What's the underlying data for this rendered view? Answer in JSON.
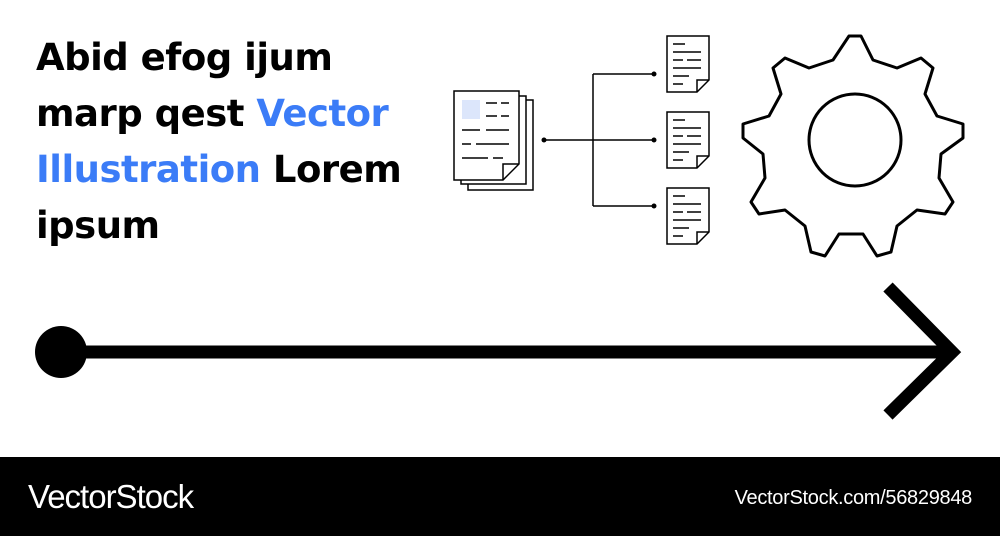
{
  "headline": {
    "part1": "Abid efog ijum marp qest ",
    "accent": "Vector Illustration",
    "part2": " Lorem ipsum"
  },
  "colors": {
    "accent": "#3b7cf7",
    "document_highlight": "#dce6fb",
    "ink": "#000000",
    "footer_bg": "#000000"
  },
  "icons": [
    "document-stack-icon",
    "document-icon",
    "gear-icon",
    "arrow-icon"
  ],
  "footer": {
    "brand": "VectorStock",
    "credit": "VectorStock.com/56829848"
  }
}
